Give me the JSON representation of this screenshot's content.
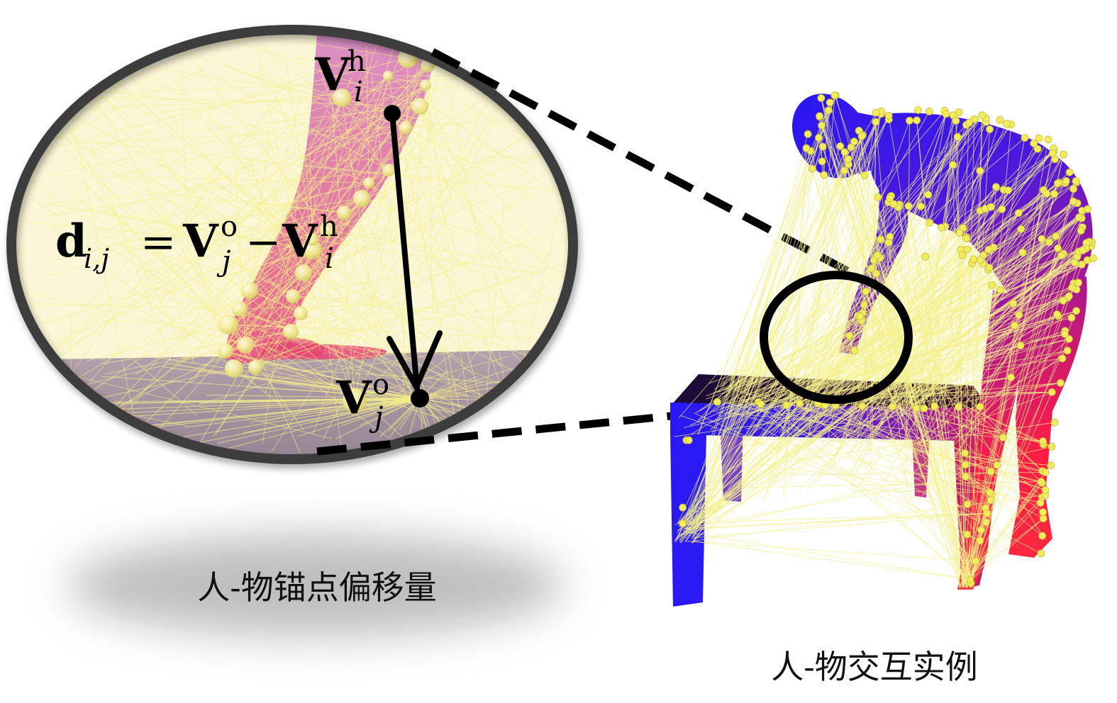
{
  "labels": {
    "v_i_h": {
      "base": "V",
      "sup": "h",
      "sub": "i"
    },
    "offset_formula": {
      "lhs": "d",
      "lhs_sub": "i,j",
      "equals": "=",
      "term1": "V",
      "term1_sup": "o",
      "term1_sub": "j",
      "minus": "−",
      "term2": "V",
      "term2_sup": "h",
      "term2_sub": "i"
    },
    "v_j_o": {
      "base": "V",
      "sup": "o",
      "sub": "j"
    }
  },
  "captions": {
    "offset": "人-物锚点偏移量",
    "instance": "人-物交互实例"
  },
  "colors": {
    "ring": "#3c3c3c",
    "connector": "#000000",
    "contact_lines": "#f4f08a",
    "anchor_points": "#f2ec5c",
    "object_gradient": [
      "#2a18f5",
      "#7a1ab8",
      "#d91b5e"
    ],
    "human_gradient": [
      "#2d17f0",
      "#a01898",
      "#ff1c44"
    ]
  }
}
